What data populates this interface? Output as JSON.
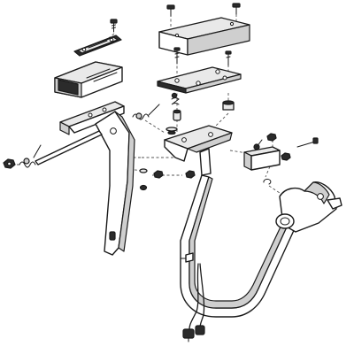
{
  "figure": {
    "kind": "exploded-assembly-drawing",
    "colors": {
      "line": "#1a1a1a",
      "background": "#ffffff",
      "dark_fill": "#2b2b2b",
      "light_fill": "#e9e9e9"
    },
    "parts": [
      "pedal-pad-plate",
      "pedal-pad",
      "pedal-arm",
      "mount-bracket",
      "switch-cover",
      "switch-base-plate",
      "limit-switch",
      "pedal-frame-tube",
      "pivot-rod",
      "springs",
      "screws",
      "nuts",
      "wire-harness-connector"
    ]
  }
}
